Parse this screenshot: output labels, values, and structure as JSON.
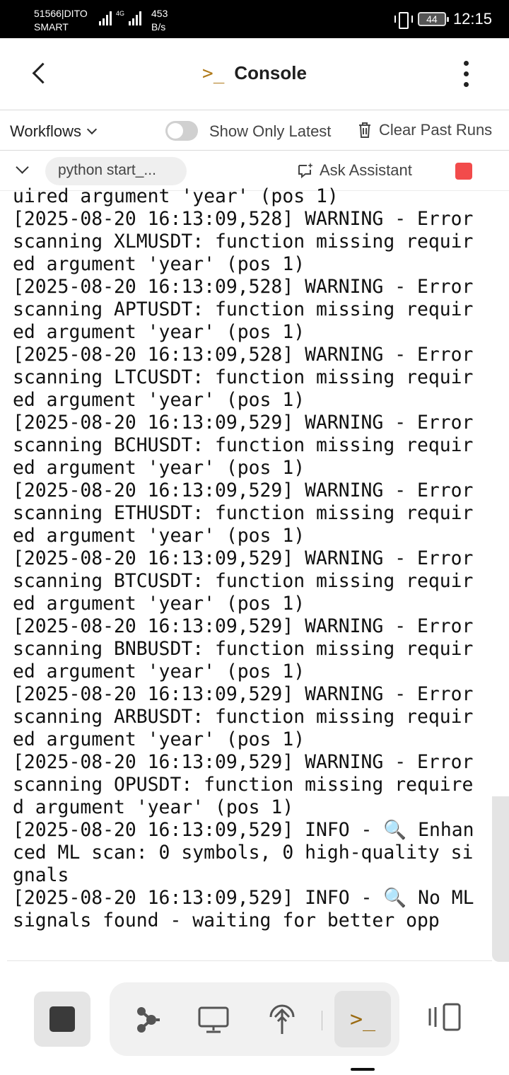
{
  "status_bar": {
    "carrier_line1": "51566|DITO",
    "carrier_line2": "SMART",
    "net_type": "4G",
    "speed_line1": "453",
    "speed_line2": "B/s",
    "battery": "44",
    "time": "12:15"
  },
  "header": {
    "prompt_glyph": ">_",
    "title": "Console"
  },
  "toolbar": {
    "workflows_label": "Workflows",
    "show_latest_label": "Show Only Latest",
    "show_latest_on": false,
    "clear_label": "Clear Past Runs"
  },
  "run": {
    "chip_label": "python start_...",
    "ask_label": "Ask Assistant",
    "stop_color": "#f24b4b"
  },
  "console": {
    "lines": [
      "uired argument 'year' (pos 1)",
      "[2025-08-20 16:13:09,528] WARNING - Error scanning XLMUSDT: function missing required argument 'year' (pos 1)",
      "[2025-08-20 16:13:09,528] WARNING - Error scanning APTUSDT: function missing required argument 'year' (pos 1)",
      "[2025-08-20 16:13:09,528] WARNING - Error scanning LTCUSDT: function missing required argument 'year' (pos 1)",
      "[2025-08-20 16:13:09,529] WARNING - Error scanning BCHUSDT: function missing required argument 'year' (pos 1)",
      "[2025-08-20 16:13:09,529] WARNING - Error scanning ETHUSDT: function missing required argument 'year' (pos 1)",
      "[2025-08-20 16:13:09,529] WARNING - Error scanning BTCUSDT: function missing required argument 'year' (pos 1)",
      "[2025-08-20 16:13:09,529] WARNING - Error scanning BNBUSDT: function missing required argument 'year' (pos 1)",
      "[2025-08-20 16:13:09,529] WARNING - Error scanning ARBUSDT: function missing required argument 'year' (pos 1)",
      "[2025-08-20 16:13:09,529] WARNING - Error scanning OPUSDT: function missing required argument 'year' (pos 1)",
      "[2025-08-20 16:13:09,529] INFO - 🔍 Enhanced ML scan: 0 symbols, 0 high-quality signals",
      "[2025-08-20 16:13:09,529] INFO - 🔍 No ML signals found - waiting for better opp"
    ]
  },
  "dock": {
    "active_glyph": ">_",
    "accent": "#9a6a10"
  },
  "colors": {
    "background": "#ffffff",
    "status_bar": "#000000",
    "dock": "#f1f1f1"
  }
}
